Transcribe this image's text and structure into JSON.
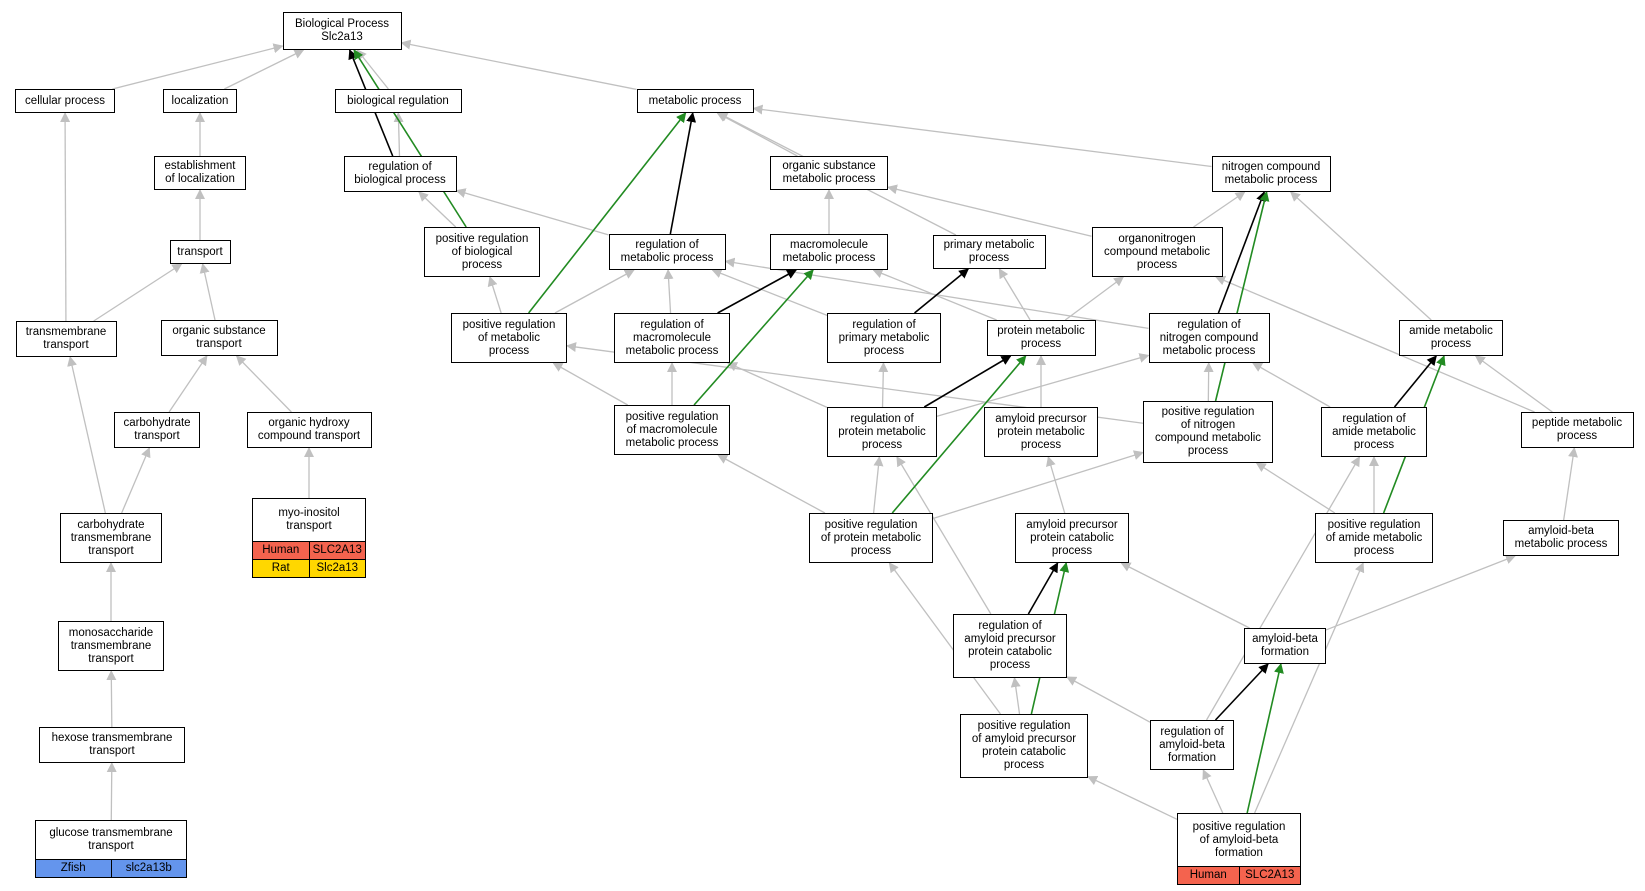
{
  "colors": {
    "edge_default": "#c0c0c0",
    "edge_regulates": "#000000",
    "edge_positively_regulates": "#228b22",
    "human": "#f4634e",
    "rat": "#ffd700",
    "zfish": "#6495ed"
  },
  "nodes": {
    "root": {
      "label": "Biological Process\nSlc2a13"
    },
    "cellular_process": {
      "label": "cellular process"
    },
    "localization": {
      "label": "localization"
    },
    "biological_regulation": {
      "label": "biological regulation"
    },
    "metabolic_process": {
      "label": "metabolic process"
    },
    "establishment_of_localization": {
      "label": "establishment\nof localization"
    },
    "regulation_of_biological_process": {
      "label": "regulation of\nbiological process"
    },
    "organic_substance_metabolic_process": {
      "label": "organic substance\nmetabolic process"
    },
    "nitrogen_compound_metabolic_process": {
      "label": "nitrogen compound\nmetabolic process"
    },
    "transport": {
      "label": "transport"
    },
    "positive_regulation_of_biological_process": {
      "label": "positive regulation\nof biological\nprocess"
    },
    "regulation_of_metabolic_process": {
      "label": "regulation of\nmetabolic process"
    },
    "macromolecule_metabolic_process": {
      "label": "macromolecule\nmetabolic process"
    },
    "primary_metabolic_process": {
      "label": "primary metabolic\nprocess"
    },
    "organonitrogen_compound_metabolic_process": {
      "label": "organonitrogen\ncompound metabolic\nprocess"
    },
    "transmembrane_transport": {
      "label": "transmembrane\ntransport"
    },
    "organic_substance_transport": {
      "label": "organic substance\ntransport"
    },
    "positive_regulation_of_metabolic_process": {
      "label": "positive regulation\nof metabolic\nprocess"
    },
    "regulation_of_macromolecule_metabolic_process": {
      "label": "regulation of\nmacromolecule\nmetabolic process"
    },
    "regulation_of_primary_metabolic_process": {
      "label": "regulation of\nprimary metabolic\nprocess"
    },
    "protein_metabolic_process": {
      "label": "protein metabolic\nprocess"
    },
    "regulation_of_nitrogen_compound_metabolic_process": {
      "label": "regulation of\nnitrogen compound\nmetabolic process"
    },
    "amide_metabolic_process": {
      "label": "amide metabolic\nprocess"
    },
    "carbohydrate_transport": {
      "label": "carbohydrate\ntransport"
    },
    "organic_hydroxy_compound_transport": {
      "label": "organic hydroxy\ncompound transport"
    },
    "positive_regulation_of_macromolecule_metabolic_process": {
      "label": "positive regulation\nof macromolecule\nmetabolic process"
    },
    "regulation_of_protein_metabolic_process": {
      "label": "regulation of\nprotein metabolic\nprocess"
    },
    "amyloid_precursor_protein_metabolic_process": {
      "label": "amyloid precursor\nprotein metabolic\nprocess"
    },
    "positive_regulation_of_nitrogen_compound_metabolic_process": {
      "label": "positive regulation\nof nitrogen\ncompound metabolic\nprocess"
    },
    "regulation_of_amide_metabolic_process": {
      "label": "regulation of\namide metabolic\nprocess"
    },
    "peptide_metabolic_process": {
      "label": "peptide metabolic\nprocess"
    },
    "myo_inositol_transport": {
      "label": "myo-inositol\ntransport",
      "orthologs": [
        [
          "Human",
          "SLC2A13"
        ],
        [
          "Rat",
          "Slc2a13"
        ]
      ]
    },
    "carbohydrate_transmembrane_transport": {
      "label": "carbohydrate\ntransmembrane\ntransport"
    },
    "positive_regulation_of_protein_metabolic_process": {
      "label": "positive regulation\nof protein metabolic\nprocess"
    },
    "amyloid_precursor_protein_catabolic_process": {
      "label": "amyloid precursor\nprotein catabolic\nprocess"
    },
    "positive_regulation_of_amide_metabolic_process": {
      "label": "positive regulation\nof amide metabolic\nprocess"
    },
    "amyloid_beta_metabolic_process": {
      "label": "amyloid-beta\nmetabolic process"
    },
    "monosaccharide_transmembrane_transport": {
      "label": "monosaccharide\ntransmembrane\ntransport"
    },
    "regulation_of_amyloid_precursor_protein_catabolic_process": {
      "label": "regulation of\namyloid precursor\nprotein catabolic\nprocess"
    },
    "amyloid_beta_formation": {
      "label": "amyloid-beta\nformation"
    },
    "hexose_transmembrane_transport": {
      "label": "hexose transmembrane\ntransport"
    },
    "positive_regulation_of_amyloid_precursor_protein_catabolic_process": {
      "label": "positive regulation\nof amyloid precursor\nprotein catabolic\nprocess"
    },
    "regulation_of_amyloid_beta_formation": {
      "label": "regulation of\namyloid-beta\nformation"
    },
    "glucose_transmembrane_transport": {
      "label": "glucose transmembrane\ntransport",
      "orthologs": [
        [
          "Zfish",
          "slc2a13b"
        ]
      ]
    },
    "positive_regulation_of_amyloid_beta_formation": {
      "label": "positive regulation\nof amyloid-beta\nformation",
      "orthologs": [
        [
          "Human",
          "SLC2A13"
        ]
      ]
    }
  },
  "edges": [
    [
      "cellular_process",
      "root",
      "is_a"
    ],
    [
      "localization",
      "root",
      "is_a"
    ],
    [
      "biological_regulation",
      "root",
      "is_a"
    ],
    [
      "metabolic_process",
      "root",
      "is_a"
    ],
    [
      "regulation_of_biological_process",
      "root",
      "regulates"
    ],
    [
      "positive_regulation_of_biological_process",
      "root",
      "positively_regulates"
    ],
    [
      "establishment_of_localization",
      "localization",
      "is_a"
    ],
    [
      "transport",
      "establishment_of_localization",
      "is_a"
    ],
    [
      "regulation_of_biological_process",
      "biological_regulation",
      "is_a"
    ],
    [
      "positive_regulation_of_biological_process",
      "regulation_of_biological_process",
      "is_a"
    ],
    [
      "regulation_of_metabolic_process",
      "regulation_of_biological_process",
      "is_a"
    ],
    [
      "organic_substance_metabolic_process",
      "metabolic_process",
      "is_a"
    ],
    [
      "nitrogen_compound_metabolic_process",
      "metabolic_process",
      "is_a"
    ],
    [
      "primary_metabolic_process",
      "metabolic_process",
      "is_a"
    ],
    [
      "regulation_of_metabolic_process",
      "metabolic_process",
      "regulates"
    ],
    [
      "positive_regulation_of_metabolic_process",
      "metabolic_process",
      "positively_regulates"
    ],
    [
      "macromolecule_metabolic_process",
      "organic_substance_metabolic_process",
      "is_a"
    ],
    [
      "organonitrogen_compound_metabolic_process",
      "organic_substance_metabolic_process",
      "is_a"
    ],
    [
      "organonitrogen_compound_metabolic_process",
      "nitrogen_compound_metabolic_process",
      "is_a"
    ],
    [
      "regulation_of_nitrogen_compound_metabolic_process",
      "nitrogen_compound_metabolic_process",
      "regulates"
    ],
    [
      "positive_regulation_of_nitrogen_compound_metabolic_process",
      "nitrogen_compound_metabolic_process",
      "positively_regulates"
    ],
    [
      "amide_metabolic_process",
      "nitrogen_compound_metabolic_process",
      "is_a"
    ],
    [
      "transmembrane_transport",
      "cellular_process",
      "is_a"
    ],
    [
      "transmembrane_transport",
      "transport",
      "is_a"
    ],
    [
      "organic_substance_transport",
      "transport",
      "is_a"
    ],
    [
      "carbohydrate_transport",
      "organic_substance_transport",
      "is_a"
    ],
    [
      "organic_hydroxy_compound_transport",
      "organic_substance_transport",
      "is_a"
    ],
    [
      "myo_inositol_transport",
      "organic_hydroxy_compound_transport",
      "is_a"
    ],
    [
      "carbohydrate_transmembrane_transport",
      "carbohydrate_transport",
      "is_a"
    ],
    [
      "carbohydrate_transmembrane_transport",
      "transmembrane_transport",
      "is_a"
    ],
    [
      "monosaccharide_transmembrane_transport",
      "carbohydrate_transmembrane_transport",
      "is_a"
    ],
    [
      "hexose_transmembrane_transport",
      "monosaccharide_transmembrane_transport",
      "is_a"
    ],
    [
      "glucose_transmembrane_transport",
      "hexose_transmembrane_transport",
      "is_a"
    ],
    [
      "positive_regulation_of_metabolic_process",
      "positive_regulation_of_biological_process",
      "is_a"
    ],
    [
      "positive_regulation_of_metabolic_process",
      "regulation_of_metabolic_process",
      "is_a"
    ],
    [
      "regulation_of_macromolecule_metabolic_process",
      "regulation_of_metabolic_process",
      "is_a"
    ],
    [
      "regulation_of_macromolecule_metabolic_process",
      "macromolecule_metabolic_process",
      "regulates"
    ],
    [
      "regulation_of_primary_metabolic_process",
      "regulation_of_metabolic_process",
      "is_a"
    ],
    [
      "regulation_of_nitrogen_compound_metabolic_process",
      "regulation_of_metabolic_process",
      "is_a"
    ],
    [
      "regulation_of_primary_metabolic_process",
      "primary_metabolic_process",
      "regulates"
    ],
    [
      "protein_metabolic_process",
      "primary_metabolic_process",
      "is_a"
    ],
    [
      "protein_metabolic_process",
      "macromolecule_metabolic_process",
      "is_a"
    ],
    [
      "protein_metabolic_process",
      "organonitrogen_compound_metabolic_process",
      "is_a"
    ],
    [
      "peptide_metabolic_process",
      "organonitrogen_compound_metabolic_process",
      "is_a"
    ],
    [
      "peptide_metabolic_process",
      "amide_metabolic_process",
      "is_a"
    ],
    [
      "positive_regulation_of_macromolecule_metabolic_process",
      "regulation_of_macromolecule_metabolic_process",
      "is_a"
    ],
    [
      "positive_regulation_of_macromolecule_metabolic_process",
      "positive_regulation_of_metabolic_process",
      "is_a"
    ],
    [
      "positive_regulation_of_macromolecule_metabolic_process",
      "macromolecule_metabolic_process",
      "positively_regulates"
    ],
    [
      "regulation_of_protein_metabolic_process",
      "regulation_of_primary_metabolic_process",
      "is_a"
    ],
    [
      "regulation_of_protein_metabolic_process",
      "regulation_of_macromolecule_metabolic_process",
      "is_a"
    ],
    [
      "regulation_of_protein_metabolic_process",
      "protein_metabolic_process",
      "regulates"
    ],
    [
      "regulation_of_protein_metabolic_process",
      "regulation_of_nitrogen_compound_metabolic_process",
      "is_a"
    ],
    [
      "amyloid_precursor_protein_metabolic_process",
      "protein_metabolic_process",
      "is_a"
    ],
    [
      "positive_regulation_of_nitrogen_compound_metabolic_process",
      "regulation_of_nitrogen_compound_metabolic_process",
      "is_a"
    ],
    [
      "positive_regulation_of_nitrogen_compound_metabolic_process",
      "positive_regulation_of_metabolic_process",
      "is_a"
    ],
    [
      "regulation_of_amide_metabolic_process",
      "regulation_of_nitrogen_compound_metabolic_process",
      "is_a"
    ],
    [
      "regulation_of_amide_metabolic_process",
      "amide_metabolic_process",
      "regulates"
    ],
    [
      "positive_regulation_of_protein_metabolic_process",
      "positive_regulation_of_macromolecule_metabolic_process",
      "is_a"
    ],
    [
      "positive_regulation_of_protein_metabolic_process",
      "regulation_of_protein_metabolic_process",
      "is_a"
    ],
    [
      "positive_regulation_of_protein_metabolic_process",
      "positive_regulation_of_nitrogen_compound_metabolic_process",
      "is_a"
    ],
    [
      "positive_regulation_of_protein_metabolic_process",
      "protein_metabolic_process",
      "positively_regulates"
    ],
    [
      "amyloid_precursor_protein_catabolic_process",
      "amyloid_precursor_protein_metabolic_process",
      "is_a"
    ],
    [
      "positive_regulation_of_amide_metabolic_process",
      "regulation_of_amide_metabolic_process",
      "is_a"
    ],
    [
      "positive_regulation_of_amide_metabolic_process",
      "positive_regulation_of_nitrogen_compound_metabolic_process",
      "is_a"
    ],
    [
      "positive_regulation_of_amide_metabolic_process",
      "amide_metabolic_process",
      "positively_regulates"
    ],
    [
      "amyloid_beta_metabolic_process",
      "peptide_metabolic_process",
      "is_a"
    ],
    [
      "regulation_of_amyloid_precursor_protein_catabolic_process",
      "amyloid_precursor_protein_catabolic_process",
      "regulates"
    ],
    [
      "regulation_of_amyloid_precursor_protein_catabolic_process",
      "regulation_of_protein_metabolic_process",
      "is_a"
    ],
    [
      "amyloid_beta_formation",
      "amyloid_precursor_protein_catabolic_process",
      "is_a"
    ],
    [
      "amyloid_beta_formation",
      "amyloid_beta_metabolic_process",
      "is_a"
    ],
    [
      "positive_regulation_of_amyloid_precursor_protein_catabolic_process",
      "regulation_of_amyloid_precursor_protein_catabolic_process",
      "is_a"
    ],
    [
      "positive_regulation_of_amyloid_precursor_protein_catabolic_process",
      "amyloid_precursor_protein_catabolic_process",
      "positively_regulates"
    ],
    [
      "positive_regulation_of_amyloid_precursor_protein_catabolic_process",
      "positive_regulation_of_protein_metabolic_process",
      "is_a"
    ],
    [
      "regulation_of_amyloid_beta_formation",
      "regulation_of_amyloid_precursor_protein_catabolic_process",
      "is_a"
    ],
    [
      "regulation_of_amyloid_beta_formation",
      "amyloid_beta_formation",
      "regulates"
    ],
    [
      "regulation_of_amyloid_beta_formation",
      "regulation_of_amide_metabolic_process",
      "is_a"
    ],
    [
      "positive_regulation_of_amyloid_beta_formation",
      "regulation_of_amyloid_beta_formation",
      "is_a"
    ],
    [
      "positive_regulation_of_amyloid_beta_formation",
      "positive_regulation_of_amyloid_precursor_protein_catabolic_process",
      "is_a"
    ],
    [
      "positive_regulation_of_amyloid_beta_formation",
      "amyloid_beta_formation",
      "positively_regulates"
    ],
    [
      "positive_regulation_of_amyloid_beta_formation",
      "positive_regulation_of_amide_metabolic_process",
      "is_a"
    ]
  ]
}
